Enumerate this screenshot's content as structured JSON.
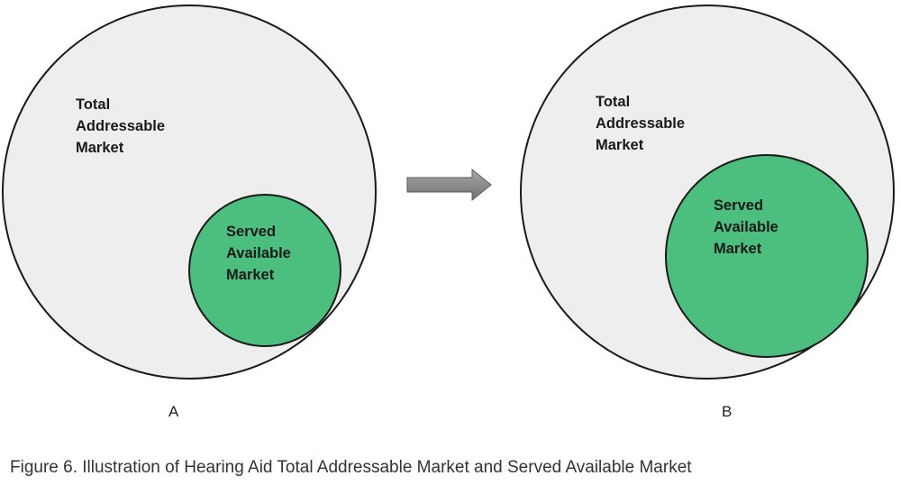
{
  "panels": [
    {
      "letter": "A",
      "outer_label": [
        "Total",
        "Addressable",
        "Market"
      ],
      "inner_label": [
        "Served",
        "Available",
        "Market"
      ]
    },
    {
      "letter": "B",
      "outer_label": [
        "Total",
        "Addressable",
        "Market"
      ],
      "inner_label": [
        "Served",
        "Available",
        "Market"
      ]
    }
  ],
  "caption": "Figure 6. Illustration of Hearing Aid Total Addressable Market and Served Available Market",
  "colors": {
    "outer_fill": "#eeeeee",
    "inner_fill": "#4cbf7f",
    "stroke": "#1a1a1a",
    "arrow_fill": "#8f8f8f"
  }
}
